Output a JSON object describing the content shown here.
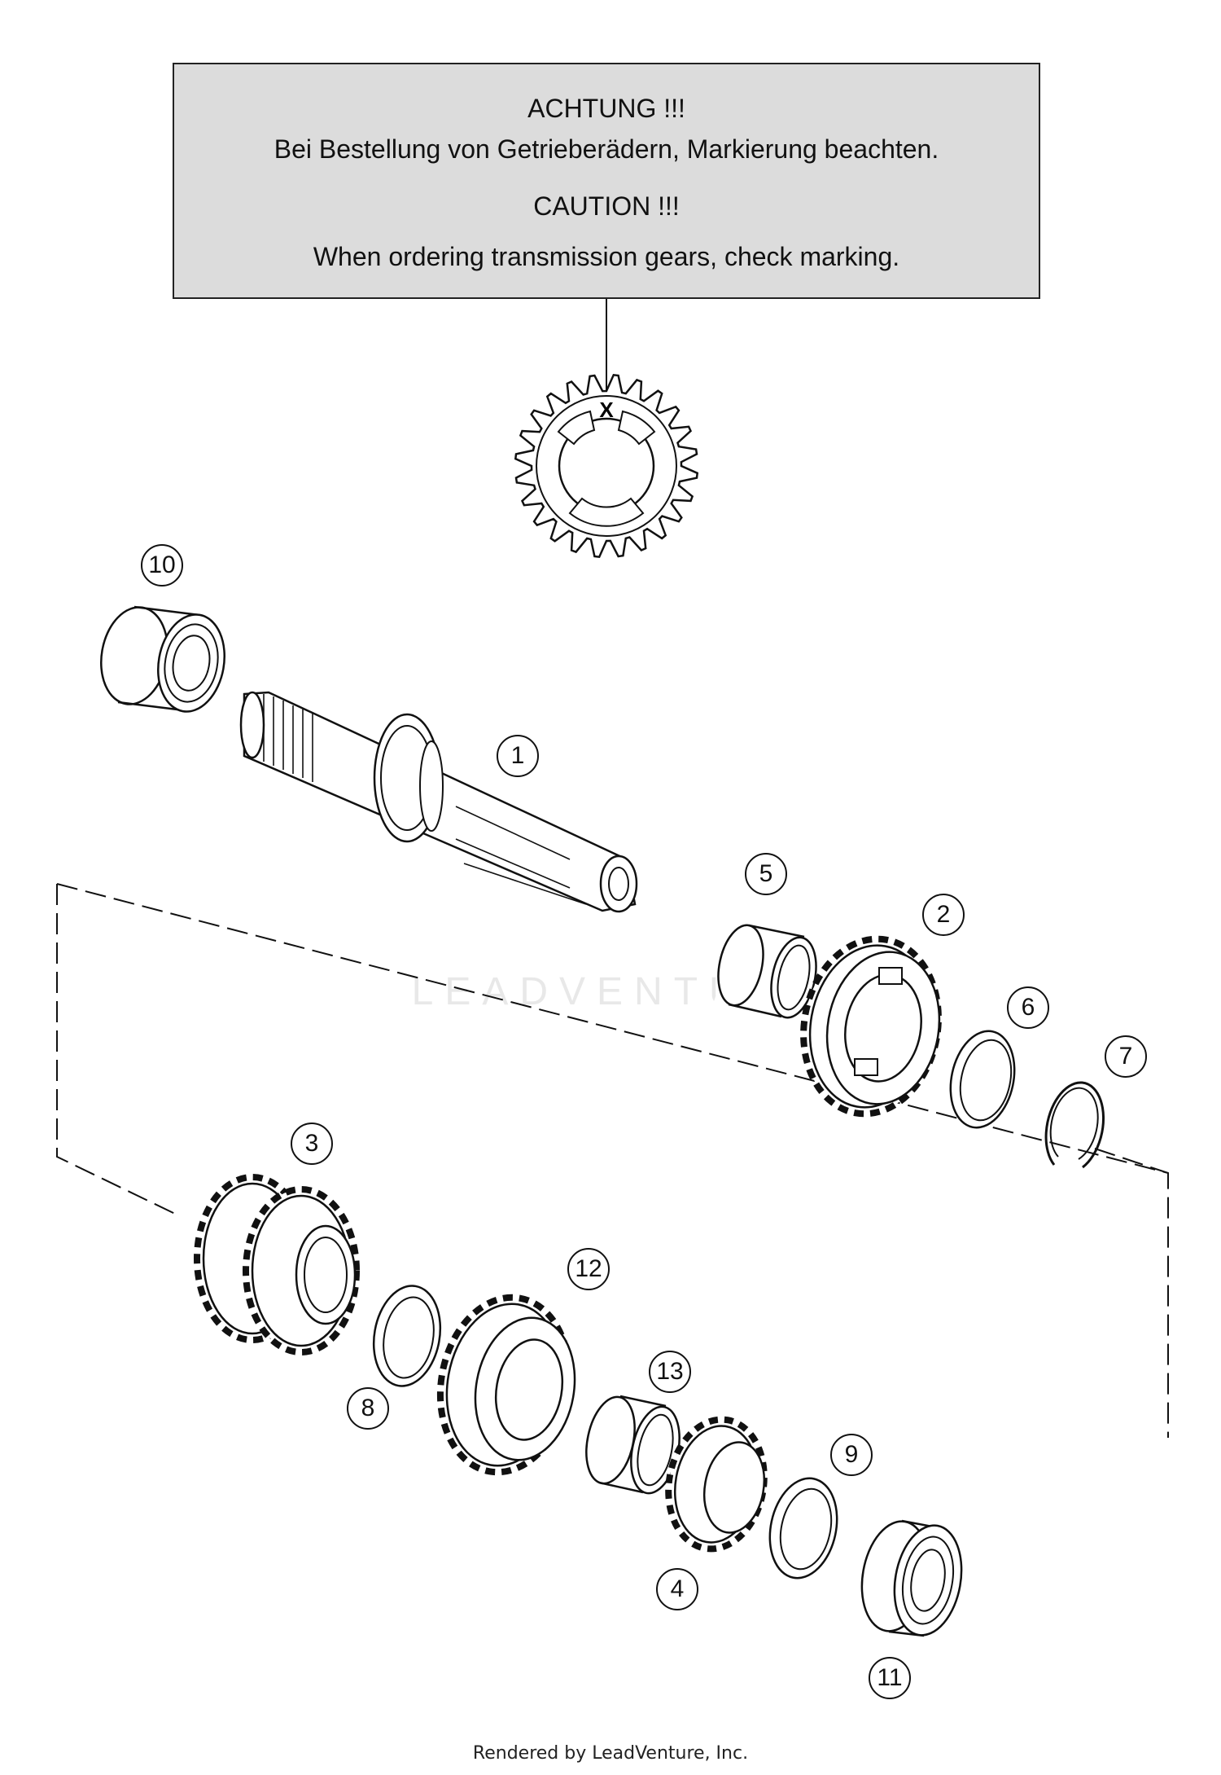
{
  "notice": {
    "line_de_title": "ACHTUNG !!!",
    "line_de_text": "Bei Bestellung von Getrieberädern, Markierung beachten.",
    "line_en_title": "CAUTION !!!",
    "line_en_text": "When ordering transmission gears, check marking.",
    "marker": "X"
  },
  "callouts": [
    "1",
    "2",
    "3",
    "4",
    "5",
    "6",
    "7",
    "8",
    "9",
    "10",
    "11",
    "12",
    "13"
  ],
  "watermark": "LEADVENTURE",
  "footer": "Rendered by LeadVenture, Inc."
}
